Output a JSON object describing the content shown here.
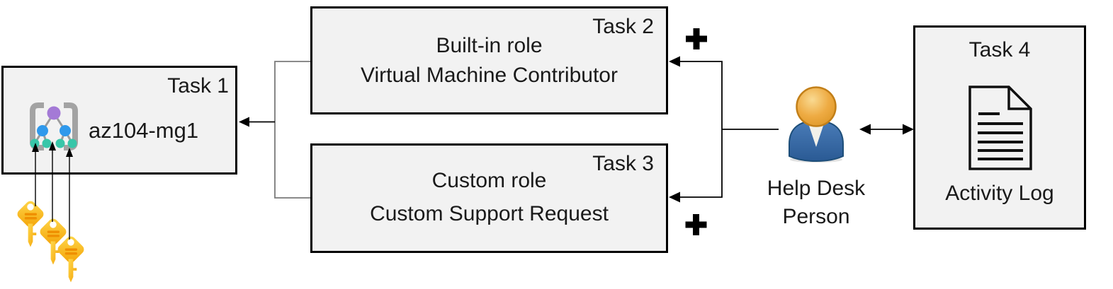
{
  "boxes": {
    "task1": {
      "tag": "Task 1",
      "label": "az104-mg1"
    },
    "task2": {
      "tag": "Task 2",
      "line1": "Built-in role",
      "line2": "Virtual Machine Contributor"
    },
    "task3": {
      "tag": "Task 3",
      "line1": "Custom role",
      "line2": "Custom Support Request"
    },
    "task4": {
      "tag": "Task 4",
      "caption": "Activity Log"
    }
  },
  "person": {
    "label_line1": "Help Desk",
    "label_line2": "Person"
  },
  "symbols": {
    "plus": "+"
  },
  "icons": {
    "management_group": "gray-brackets-with-node-tree",
    "key": "gold-key-x3",
    "person": "blue-figure-orange-head",
    "activity_log": "document-with-folded-corner-and-lines",
    "plus": "bold-plus-cross",
    "arrowhead": "solid-black-triangle"
  },
  "colors": {
    "box_fill": "#f2f2f2",
    "box_border": "#000000",
    "text": "#1a1a1a",
    "bracket_line": "#7a7a7a",
    "arrow": "#000000",
    "key_gold_light": "#ffd84d",
    "key_gold_dark": "#f3a104",
    "key_detail": "#ef8f00",
    "mg_purple": "#a47ad6",
    "mg_blue": "#2f99ec",
    "mg_teal": "#38c6a9",
    "mg_bracket": "#a3a3a3",
    "person_head": "#eeab43",
    "person_body": "#36679f"
  }
}
